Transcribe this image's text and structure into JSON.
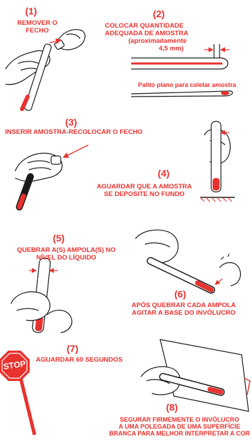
{
  "steps": {
    "s1": {
      "number": "(1)",
      "line1": "REMOVER O",
      "line2": "FECHO"
    },
    "s2": {
      "number": "(2)",
      "line1": "COLOCAR QUANTIDADE",
      "line2": "ADEQUADA DE AMOSTRA",
      "line3": "(aproximadamente",
      "line4": "4,5 mm)",
      "caption": "Palito plano para coletar amostra"
    },
    "s3": {
      "number": "(3)",
      "line1": "INSERIR AMOSTRA-RECOLOCAR O FECHO"
    },
    "s4": {
      "number": "(4)",
      "line1": "AGUARDAR QUE A AMOSTRA",
      "line2": "SE DEPOSITE NO FUNDO"
    },
    "s5": {
      "number": "(5)",
      "line1": "QUEBRAR A(S) AMPOLA(S) NO",
      "line2": "NÍVEL DO LÍQUIDO"
    },
    "s6": {
      "number": "(6)",
      "line1": "APÓS QUEBRAR CADA AMPOLA",
      "line2": "AGITAR A BASE DO INVÓLUCRO"
    },
    "s7": {
      "number": "(7)",
      "line1": "AGUARDAR 60 SEGUNDOS",
      "sign": "STOP"
    },
    "s8": {
      "number": "(8)",
      "line1": "SEGURAR FIRMEMENTE O INVÓLUCRO",
      "line2": "A UMA POLEGADA DE UMA SUPERFÍCIE",
      "line3": "BRANCA PARA MELHOR INTERPRETAR A COR"
    }
  },
  "colors": {
    "accent": "#e8322f",
    "ink": "#1a1a1a"
  }
}
